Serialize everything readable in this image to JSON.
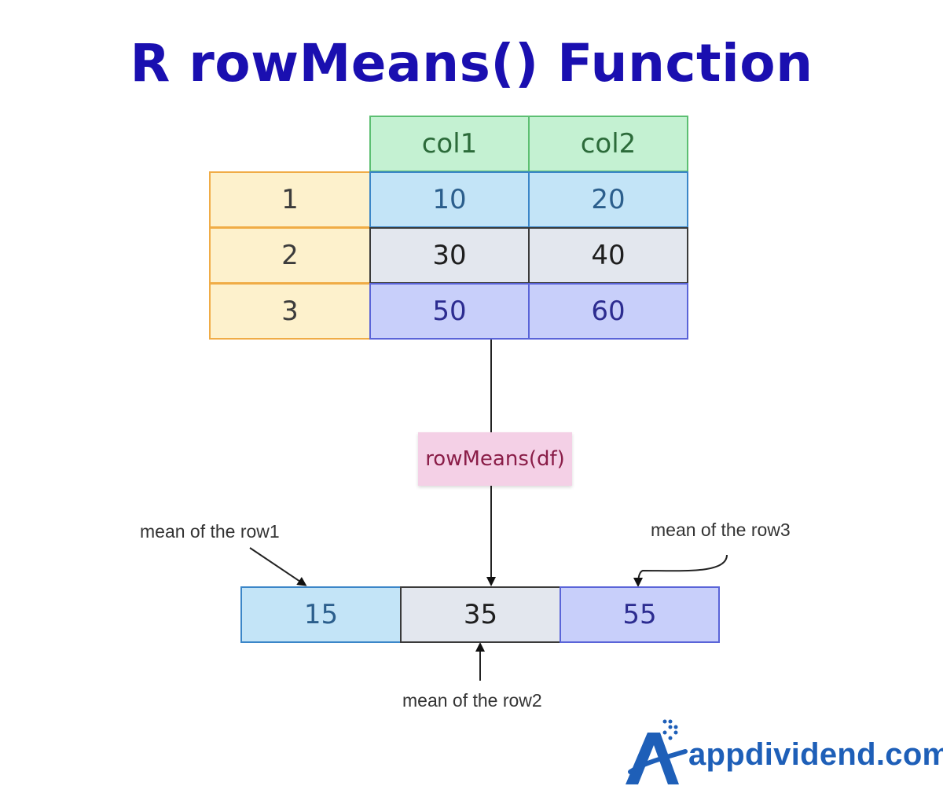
{
  "title": "R rowMeans() Function",
  "table": {
    "columns": [
      "col1",
      "col2"
    ],
    "row_labels": [
      "1",
      "2",
      "3"
    ],
    "rows": [
      [
        "10",
        "20"
      ],
      [
        "30",
        "40"
      ],
      [
        "50",
        "60"
      ]
    ]
  },
  "function_label": "rowMeans(df)",
  "result": [
    "15",
    "35",
    "55"
  ],
  "annotations": {
    "row1": "mean of the row1",
    "row2": "mean of the row2",
    "row3": "mean of the row3"
  },
  "logo": {
    "text": "appdividend.com",
    "icon": "appdividend-logo-icon"
  },
  "colors": {
    "title": "#1a0fb0",
    "header_bg": "#c4f1d2",
    "index_bg": "#fdf1cc",
    "row1_bg": "#c3e4f7",
    "row2_bg": "#e3e7ee",
    "row3_bg": "#c8cffa",
    "function_bg": "#f4d0e6"
  }
}
